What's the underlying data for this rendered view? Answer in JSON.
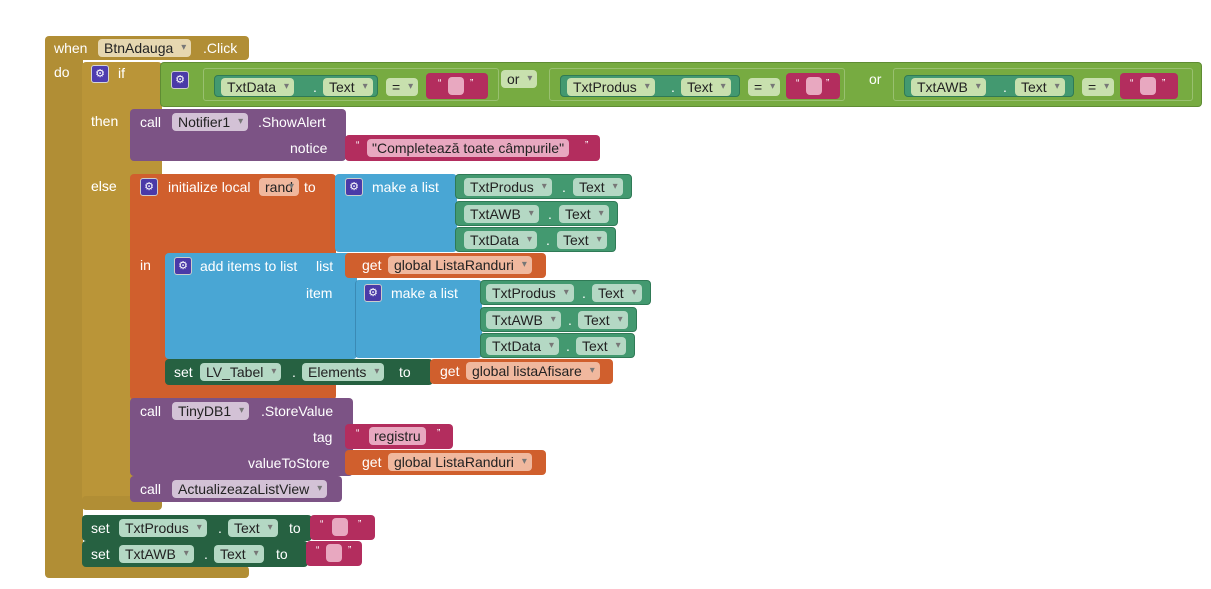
{
  "event": {
    "when": "when",
    "component": "BtnAdauga",
    "event": ".Click",
    "do": "do"
  },
  "if_block": {
    "if": "if",
    "then": "then",
    "else": "else",
    "or": "or",
    "eq": "=",
    "conditions": [
      {
        "component": "TxtData",
        "prop": "Text"
      },
      {
        "component": "TxtProdus",
        "prop": "Text"
      },
      {
        "component": "TxtAWB",
        "prop": "Text"
      }
    ]
  },
  "alert": {
    "call": "call",
    "component": "Notifier1",
    "method": ".ShowAlert",
    "param": "notice",
    "text": "\"Completează toate câmpurile\""
  },
  "local": {
    "label": "initialize local",
    "name": "rand",
    "to": "to",
    "in": "in",
    "make_list": "make a list",
    "items": [
      {
        "component": "TxtProdus",
        "prop": "Text"
      },
      {
        "component": "TxtAWB",
        "prop": "Text"
      },
      {
        "component": "TxtData",
        "prop": "Text"
      }
    ]
  },
  "add_items": {
    "label": "add items to list",
    "list": "list",
    "item": "item",
    "get": "get",
    "var": "global ListaRanduri",
    "make_list": "make a list",
    "items": [
      {
        "component": "TxtProdus",
        "prop": "Text"
      },
      {
        "component": "TxtAWB",
        "prop": "Text"
      },
      {
        "component": "TxtData",
        "prop": "Text"
      }
    ]
  },
  "set_lv": {
    "set": "set",
    "component": "LV_Tabel",
    "prop": "Elements",
    "to": "to",
    "get": "get",
    "var": "global listaAfisare"
  },
  "store": {
    "call": "call",
    "component": "TinyDB1",
    "method": ".StoreValue",
    "tag": "tag",
    "tag_value": "registru",
    "value": "valueToStore",
    "get": "get",
    "var": "global ListaRanduri"
  },
  "refresh": {
    "call": "call",
    "proc": "ActualizeazaListView"
  },
  "set_produs": {
    "set": "set",
    "component": "TxtProdus",
    "prop": "Text",
    "to": "to"
  },
  "set_awb": {
    "set": "set",
    "component": "TxtAWB",
    "prop": "Text",
    "to": "to"
  },
  "quote_open": "“",
  "quote_close": "”",
  "colors": {
    "event": "#b18e35",
    "logic": "#77ab41",
    "component": "#439970",
    "set": "#266141",
    "call": "#7c5385",
    "variable": "#d05f2d",
    "list": "#49a6d4",
    "text": "#b32d5e"
  }
}
